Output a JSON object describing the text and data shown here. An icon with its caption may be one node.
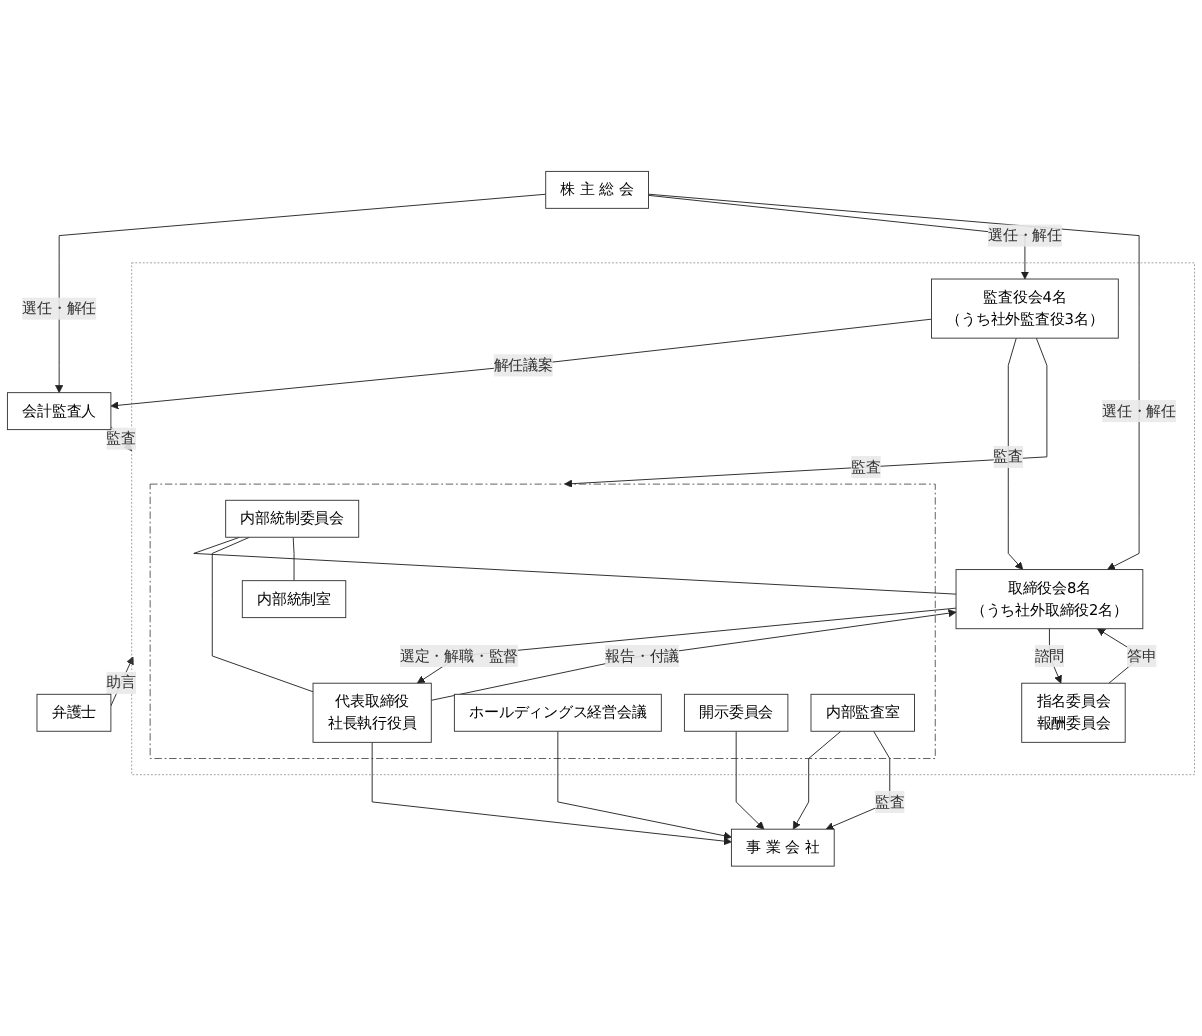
{
  "diagram": {
    "nodes": [
      {
        "text": [
          "株 主 総 会"
        ]
      },
      {
        "text": [
          "会計監査人"
        ]
      },
      {
        "text": [],
        "shape": "box"
      },
      {
        "text": [
          "監査役会4名",
          "（うち社外監査役3名）"
        ],
        "in": 2
      },
      {
        "text": [
          "取締役会8名",
          "（うち社外取締役2名）"
        ],
        "in": 2
      },
      {
        "text": [
          "指名委員会",
          "報酬委員会"
        ],
        "in": 2
      },
      {
        "text": [],
        "shape": "box",
        "in": 2
      },
      {
        "text": [
          "内部統制委員会"
        ],
        "in": 6
      },
      {
        "text": [
          "代表取締役",
          "社長執行役員"
        ],
        "in": 6
      },
      {
        "text": [
          "内部統制室"
        ],
        "in": 6
      },
      {
        "text": [
          "ホールディングス経営会議"
        ],
        "in": 6
      },
      {
        "text": [
          "弁護士"
        ]
      },
      {
        "text": [
          "開示委員会"
        ],
        "in": 6
      },
      {
        "text": [
          "内部監査室"
        ],
        "in": 6
      },
      {
        "text": [
          "事 業 会 社"
        ]
      }
    ],
    "edges": [
      {
        "from": 0,
        "to": 1,
        "arrow": "to",
        "label": "選任・解任"
      },
      {
        "from": 0,
        "to": 3,
        "arrow": "to",
        "label": "選任・解任"
      },
      {
        "from": 0,
        "to": 4,
        "arrow": "to",
        "label": "選任・解任"
      },
      {
        "from": 3,
        "to": 1,
        "arrow": "to",
        "label": "解任議案"
      },
      {
        "from": 1,
        "to": 2,
        "arrow": "to",
        "label": "監査"
      },
      {
        "from": 3,
        "to": 4,
        "arrow": "to",
        "label": "監査"
      },
      {
        "from": 3,
        "to": 6,
        "arrow": "to",
        "label": "監査"
      },
      {
        "from": 4,
        "to": 5,
        "arrow": "to",
        "label": "諮問"
      },
      {
        "from": 5,
        "to": 4,
        "arrow": "to",
        "label": "答申"
      },
      {
        "from": 8,
        "to": 4,
        "arrow": "to",
        "label": "報告・付議"
      },
      {
        "from": 4,
        "to": 8,
        "arrow": "to",
        "label": "選定・解職・監督"
      },
      {
        "from": 7,
        "to": 4,
        "arrow": "none"
      },
      {
        "from": 7,
        "to": 8,
        "arrow": "none"
      },
      {
        "from": 7,
        "to": 9,
        "arrow": "none"
      },
      {
        "from": 8,
        "to": 14,
        "arrow": "to"
      },
      {
        "from": 10,
        "to": 14,
        "arrow": "to"
      },
      {
        "from": 12,
        "to": 14,
        "arrow": "to"
      },
      {
        "from": 13,
        "to": 14,
        "arrow": "to"
      },
      {
        "from": 13,
        "to": 14,
        "arrow": "to",
        "label": "監査"
      },
      {
        "from": 11,
        "to": 2,
        "arrow": "to",
        "label": "助言"
      }
    ]
  }
}
